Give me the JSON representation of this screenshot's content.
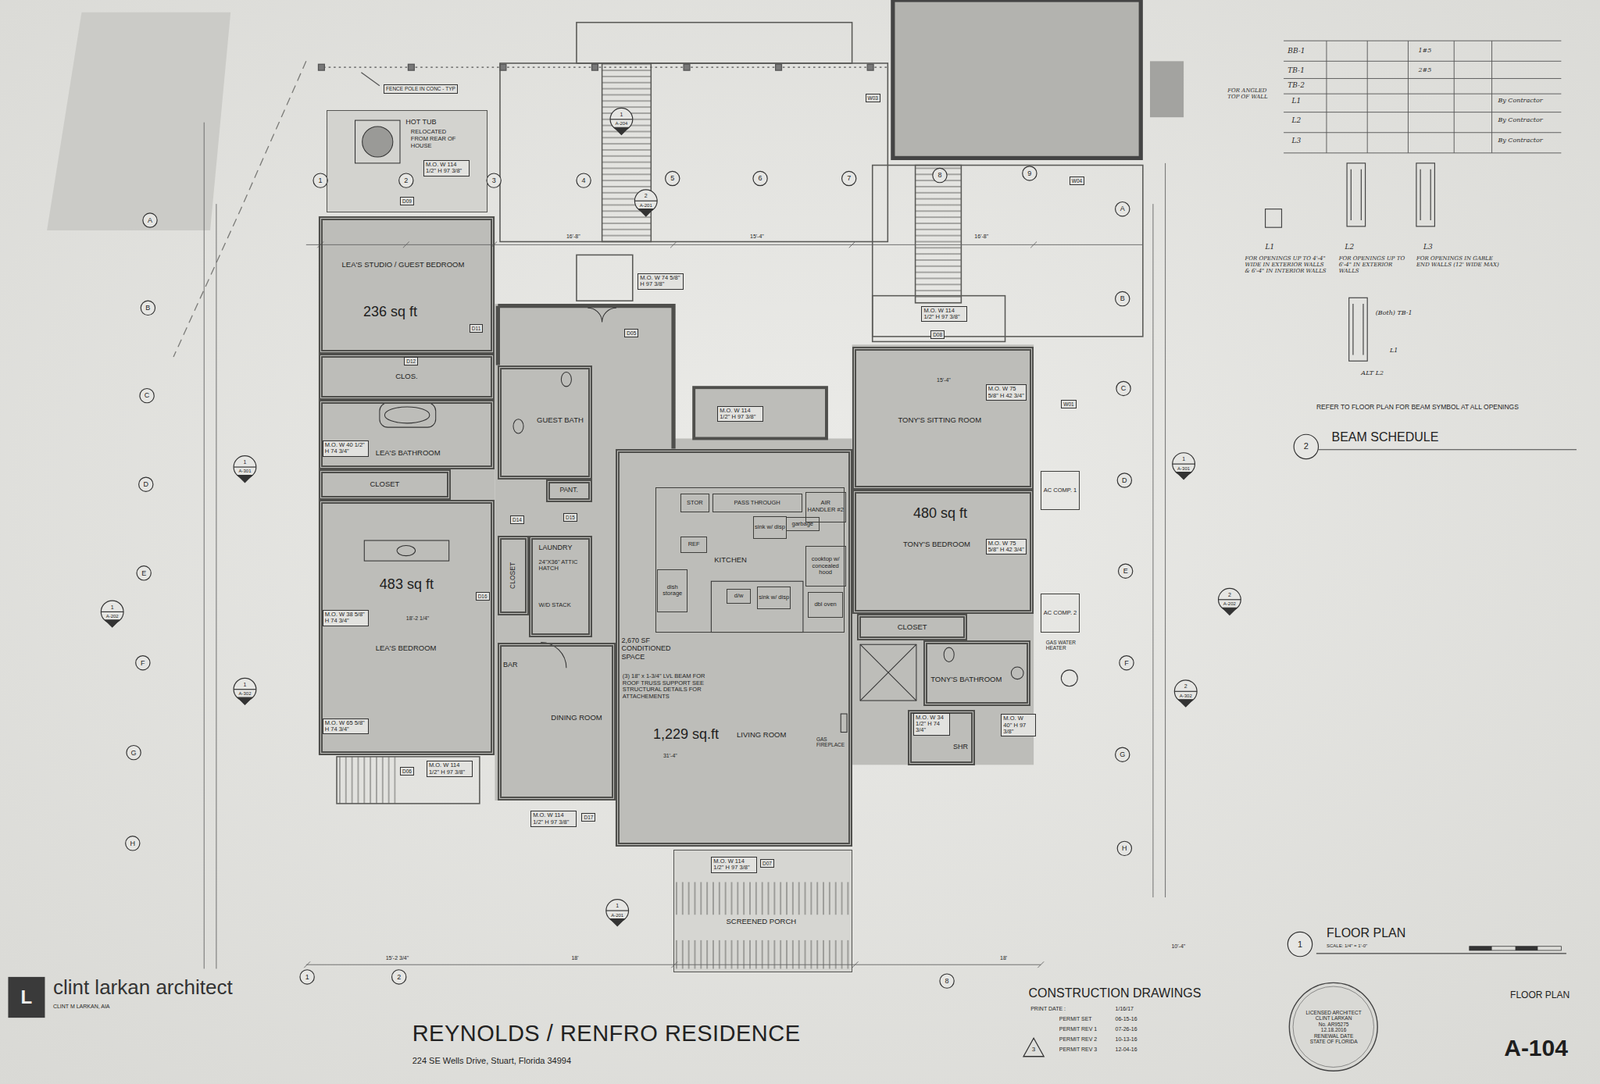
{
  "diagram": {
    "title": "REYNOLDS / RENFRO RESIDENCE",
    "nodes": [
      {
        "text": [
          "HOT TUB",
          "RELOCATED FROM REAR OF HOUSE"
        ]
      },
      {
        "text": [
          "LEA'S STUDIO / GUEST BEDROOM",
          "236 sq ft"
        ]
      },
      {
        "text": [
          "CLOS."
        ]
      },
      {
        "text": [
          "LEA'S BATHROOM"
        ]
      },
      {
        "text": [
          "CLOSET"
        ]
      },
      {
        "text": [
          "483 sq ft",
          "LEA'S BEDROOM"
        ]
      },
      {
        "text": [
          "GUEST BATH"
        ]
      },
      {
        "text": [
          "PANT."
        ]
      },
      {
        "text": [
          "CLOSET"
        ]
      },
      {
        "text": [
          "LAUNDRY",
          "24\"X36\" ATTIC HATCH",
          "W/D STACK"
        ]
      },
      {
        "text": [
          "BAR",
          "DINING ROOM"
        ]
      },
      {
        "text": [
          "2,670 SF CONDITIONED SPACE",
          "(3) 18\" x 1-3/4\" LVL BEAM FOR ROOF TRUSS SUPPORT SEE STRUCTURAL DETAILS FOR ATTACHEMENTS",
          "1,229 sq.ft",
          "LIVING ROOM"
        ]
      },
      {
        "text": [
          "KITCHEN"
        ],
        "in": 11
      },
      {
        "text": [
          "STOR"
        ],
        "in": 12
      },
      {
        "text": [
          "PASS THROUGH"
        ],
        "in": 12
      },
      {
        "text": [
          "AIR HANDLER #2"
        ],
        "in": 12
      },
      {
        "text": [
          "REF"
        ],
        "in": 12
      },
      {
        "text": [
          "dish storage"
        ],
        "in": 12
      },
      {
        "text": [
          "sink w/ disp"
        ],
        "in": 12
      },
      {
        "text": [
          "garbage"
        ],
        "in": 12
      },
      {
        "text": [
          "cooktop w/ concealed hood"
        ],
        "in": 12
      },
      {
        "text": [
          "d/w"
        ],
        "in": 12
      },
      {
        "text": [
          "sink w/ disp"
        ],
        "in": 12
      },
      {
        "text": [
          "dbl oven"
        ],
        "in": 12
      },
      {
        "text": [
          "TONY'S SITTING ROOM"
        ]
      },
      {
        "text": [
          "480 sq ft",
          "TONY'S BEDROOM"
        ]
      },
      {
        "text": [
          "CLOSET"
        ]
      },
      {
        "text": [
          "TONY'S BATHROOM"
        ]
      },
      {
        "text": [
          "SHR"
        ]
      },
      {
        "text": [
          "AC COMP. 1"
        ]
      },
      {
        "text": [
          "AC COMP. 2"
        ]
      },
      {
        "text": [
          "SCREENED PORCH"
        ]
      },
      {
        "text": [
          "LICENSED ARCHITECT",
          "CLINT LARKAN",
          "No. AR95275",
          "12.18.2016",
          "RENEWAL DATE",
          "STATE OF FLORIDA"
        ]
      }
    ],
    "labels": [
      "1",
      "2",
      "3",
      "4",
      "5",
      "6",
      "7",
      "8",
      "9",
      "A",
      "B",
      "C",
      "D",
      "E",
      "F",
      "G",
      "H",
      "A",
      "B",
      "C",
      "D",
      "E",
      "F",
      "G",
      "H",
      "1",
      "2",
      "8",
      "1",
      "A-204",
      "2",
      "A-201",
      "1",
      "A-201",
      "1",
      "A-301",
      "1",
      "A-301",
      "1",
      "A-202",
      "2",
      "A-202",
      "1",
      "A-302",
      "2",
      "A-302",
      "L",
      "clint larkan architect",
      "CLINT M LARKAN, AIA",
      "224 SE Wells Drive, Stuart, Florida 34994",
      "CONSTRUCTION DRAWINGS",
      "PRINT DATE :",
      "1/16/17",
      "PERMIT SET",
      "06-15-16",
      "PERMIT REV 1",
      "07-26-16",
      "PERMIT REV 2",
      "10-13-16",
      "PERMIT REV 3",
      "12-04-16",
      "3",
      "FLOOR PLAN",
      "A-104",
      "1",
      "FLOOR PLAN",
      "SCALE: 1/4\" = 1'-0\"",
      "2",
      "BEAM SCHEDULE",
      "REFER TO FLOOR PLAN FOR BEAM SYMBOL AT ALL OPENINGS",
      "BB-1",
      "1#5",
      "TB-1",
      "2#5",
      "TB-2",
      "L1",
      "By Contractor",
      "L2",
      "By Contractor",
      "L3",
      "By Contractor",
      "FOR ANGLED TOP OF WALL",
      "L1",
      "FOR OPENINGS UP TO 4'-4\" WIDE IN EXTERIOR WALLS & 6'-4\" IN INTERIOR WALLS",
      "L2",
      "FOR OPENINGS UP TO 6'-4\" IN EXTERIOR WALLS",
      "L3",
      "FOR OPENINGS IN GABLE END WALLS (12' WIDE MAX)",
      "(Both) TB-1",
      "L1",
      "ALT L2",
      "FENCE POLE IN CONC - TYP",
      "D09",
      "D11",
      "D12",
      "D05",
      "D08",
      "D06",
      "D17",
      "D07",
      "D15",
      "D14",
      "D16",
      "W01",
      "W03",
      "W04",
      "M.O. W 114 1/2\" H 97 3/8\"",
      "M.O. W 40 1/2\" H 74 3/4\"",
      "M.O. W 38 5/8\" H 74 3/4\"",
      "M.O. W 65 5/8\" H 74 3/4\"",
      "M.O. W 114 1/2\" H 97 3/8\"",
      "M.O. W 114 1/2\" H 97 3/8\"",
      "M.O. W 114 1/2\" H 97 3/8\"",
      "M.O. W 74 5/8\" H 97 3/8\"",
      "M.O. W 114 1/2\" H 97 3/8\"",
      "M.O. W 114 1/2\" H 97 3/8\"",
      "M.O. W 75 5/8\" H 42 3/4\"",
      "M.O. W 75 5/8\" H 42 3/4\"",
      "M.O. W 34 1/2\" H 74 3/4\"",
      "M.O. W 40\" H 97 3/8\"",
      "15'-4\"",
      "16'-8\"",
      "16'-8\"",
      "18'-2 1/4\"",
      "15'-2 3/4\"",
      "18'",
      "18'",
      "31'-4\"",
      "15'-4\"",
      "10'-4\"",
      "GAS WATER HEATER",
      "GAS FIREPLACE"
    ]
  }
}
